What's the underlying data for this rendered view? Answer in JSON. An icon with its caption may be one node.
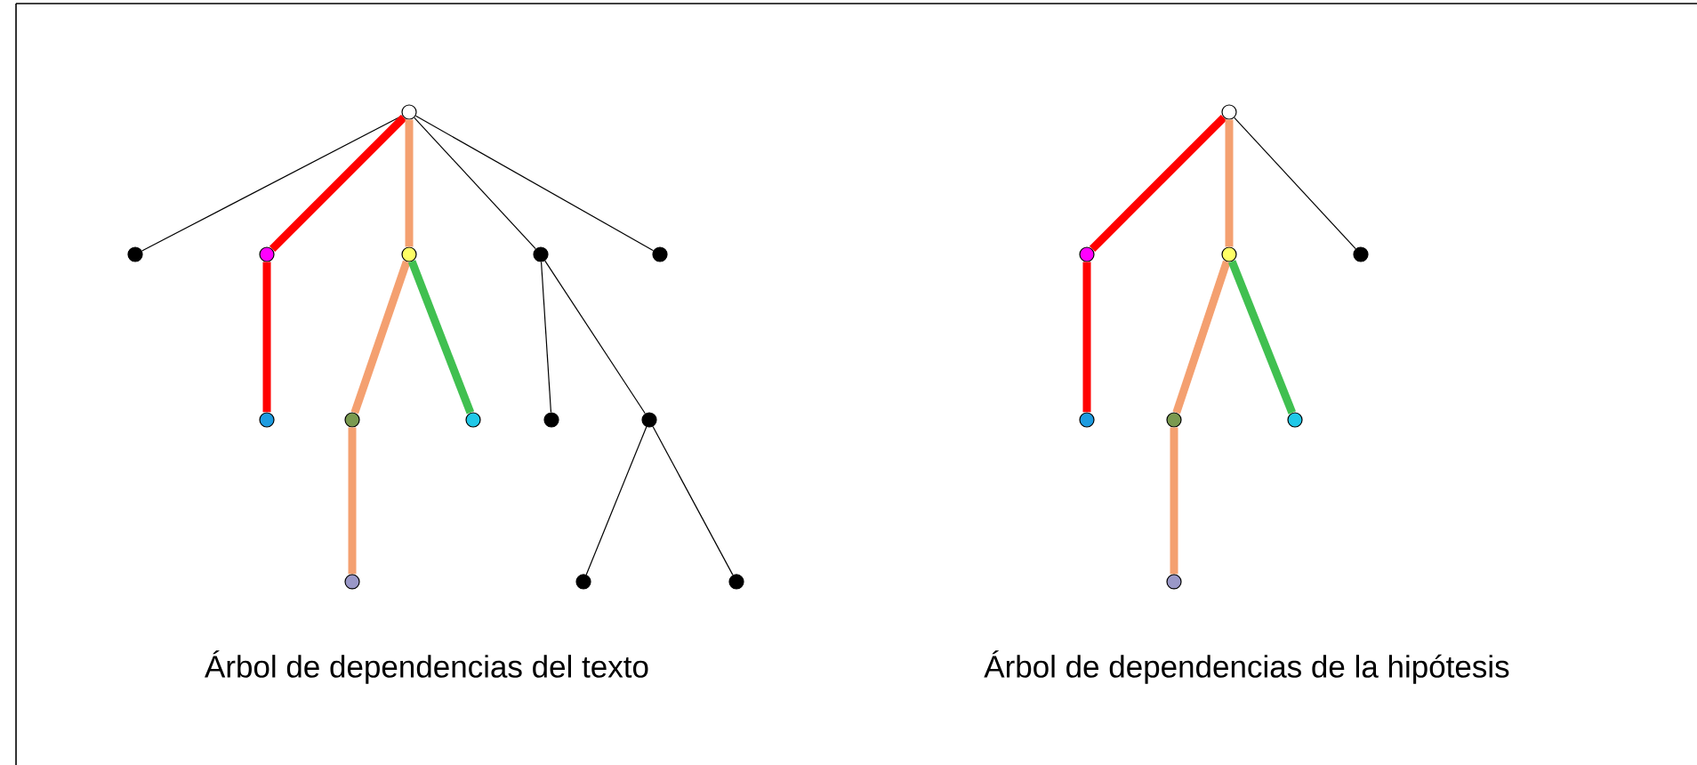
{
  "diagram": {
    "nodes": [
      {
        "text": [],
        "shape": "circle"
      },
      {
        "text": [],
        "shape": "circle"
      },
      {
        "text": [],
        "shape": "circle"
      },
      {
        "text": [],
        "shape": "circle"
      },
      {
        "text": [],
        "shape": "circle"
      },
      {
        "text": [],
        "shape": "circle"
      },
      {
        "text": [],
        "shape": "circle"
      },
      {
        "text": [],
        "shape": "circle"
      },
      {
        "text": [],
        "shape": "circle"
      },
      {
        "text": [],
        "shape": "circle"
      },
      {
        "text": [],
        "shape": "circle"
      },
      {
        "text": [],
        "shape": "circle"
      },
      {
        "text": [],
        "shape": "circle"
      },
      {
        "text": [],
        "shape": "circle"
      },
      {
        "text": [],
        "shape": "circle"
      },
      {
        "text": [],
        "shape": "circle"
      },
      {
        "text": [],
        "shape": "circle"
      },
      {
        "text": [],
        "shape": "circle"
      },
      {
        "text": [],
        "shape": "circle"
      },
      {
        "text": [],
        "shape": "circle"
      },
      {
        "text": [],
        "shape": "circle"
      },
      {
        "text": [],
        "shape": "circle"
      }
    ],
    "edges": [
      {
        "from": 0,
        "to": 1,
        "arrow": "none"
      },
      {
        "from": 0,
        "to": 2,
        "arrow": "none",
        "color": "#ff0000"
      },
      {
        "from": 0,
        "to": 3,
        "arrow": "none",
        "color": "#f4a070"
      },
      {
        "from": 0,
        "to": 4,
        "arrow": "none"
      },
      {
        "from": 0,
        "to": 5,
        "arrow": "none"
      },
      {
        "from": 2,
        "to": 6,
        "arrow": "none",
        "color": "#ff0000"
      },
      {
        "from": 3,
        "to": 7,
        "arrow": "none",
        "color": "#f4a070"
      },
      {
        "from": 3,
        "to": 8,
        "arrow": "none",
        "color": "#40c050"
      },
      {
        "from": 4,
        "to": 9,
        "arrow": "none"
      },
      {
        "from": 4,
        "to": 10,
        "arrow": "none"
      },
      {
        "from": 7,
        "to": 11,
        "arrow": "none",
        "color": "#f4a070"
      },
      {
        "from": 10,
        "to": 12,
        "arrow": "none"
      },
      {
        "from": 10,
        "to": 13,
        "arrow": "none"
      },
      {
        "from": 14,
        "to": 15,
        "arrow": "none",
        "color": "#ff0000"
      },
      {
        "from": 14,
        "to": 16,
        "arrow": "none",
        "color": "#f4a070"
      },
      {
        "from": 14,
        "to": 17,
        "arrow": "none"
      },
      {
        "from": 15,
        "to": 18,
        "arrow": "none",
        "color": "#ff0000"
      },
      {
        "from": 16,
        "to": 19,
        "arrow": "none",
        "color": "#f4a070"
      },
      {
        "from": 16,
        "to": 20,
        "arrow": "none",
        "color": "#40c050"
      },
      {
        "from": 19,
        "to": 21,
        "arrow": "none",
        "color": "#f4a070"
      }
    ],
    "labels": [
      "Árbol de dependencias del texto",
      "Árbol de dependencias de la hipótesis"
    ]
  }
}
